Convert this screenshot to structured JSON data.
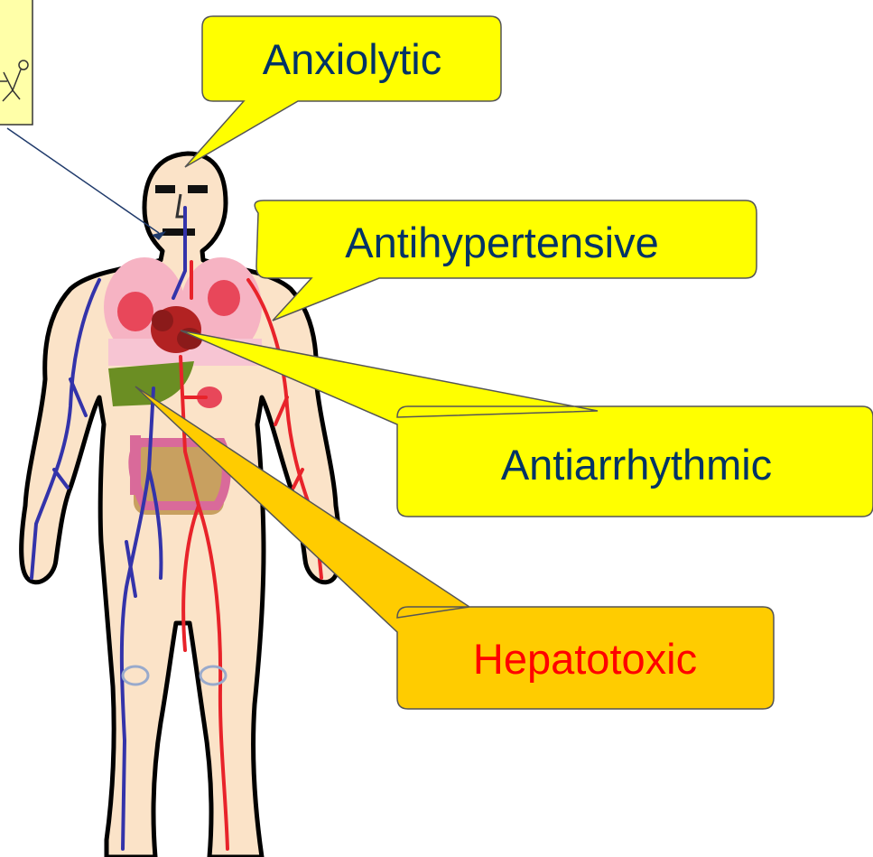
{
  "callouts": {
    "anxiolytic": {
      "label": "Anxiolytic",
      "text_color": "#003366",
      "fill": "#FFFF00"
    },
    "antihypertensive": {
      "label": "Antihypertensive",
      "text_color": "#003366",
      "fill": "#FFFF00"
    },
    "antiarrhythmic": {
      "label": "Antiarrhythmic",
      "text_color": "#003366",
      "fill": "#FFFF00"
    },
    "hepatotoxic": {
      "label": "Hepatotoxic",
      "text_color": "#FF0000",
      "fill": "#FFCC00"
    }
  },
  "figure": {
    "icons": [
      "human-body-icon",
      "molecule-icon"
    ],
    "colors": {
      "skin": "#FBE3C8",
      "outline": "#000000",
      "veins": "#3333AA",
      "arteries": "#E8232A",
      "lungs": "#F6B3C3",
      "heart": "#B22222",
      "liver": "#6B8E23",
      "intestine": "#C8A060",
      "colon": "#D96A9A",
      "pointer_line": "#1F3A6B"
    }
  }
}
